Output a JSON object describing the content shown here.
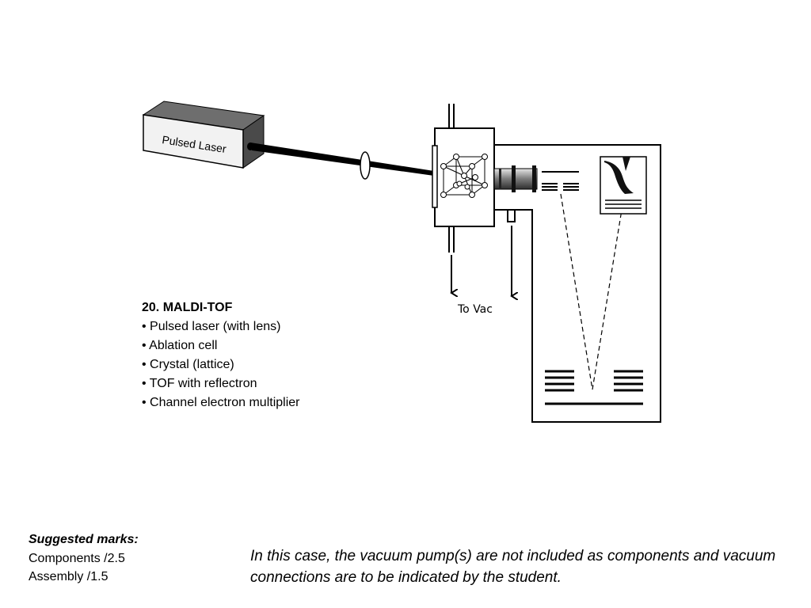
{
  "diagram": {
    "laser_label": "Pulsed Laser",
    "vacuum_label": "To Vac"
  },
  "components": {
    "title": "20. MALDI-TOF",
    "items": [
      "• Pulsed laser (with lens)",
      "• Ablation cell",
      "• Crystal (lattice)",
      "• TOF with reflectron",
      "• Channel electron multiplier"
    ]
  },
  "marks": {
    "title": "Suggested marks:",
    "components": "Components /2.5",
    "assembly": "Assembly /1.5"
  },
  "note": "In this case, the vacuum pump(s) are not included as components and vacuum connections are to be indicated by the student.",
  "colors": {
    "ink": "#000000",
    "laser_front": "#f2f2f2",
    "laser_side": "#4a4a4a",
    "laser_top": "#6e6e6e"
  }
}
